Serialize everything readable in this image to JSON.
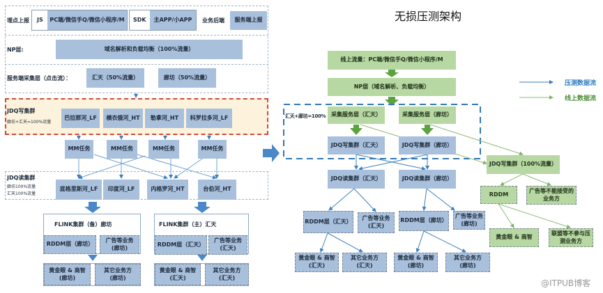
{
  "left": {
    "row1": {
      "label": "埋点上报",
      "js": "JS",
      "js_targets": "PC端/微信手Q/微信小程序/M",
      "sdk": "SDK",
      "sdk_targets": "主APP/小APP",
      "backend_label": "业务后端",
      "backend_box": "服务端上报"
    },
    "np": {
      "label": "NP层:",
      "box": "域名解析和负载均衡（100%流量）"
    },
    "collect": {
      "label": "服务端采集层（点击流）：",
      "boxes": [
        "汇天（50%流量）",
        "廊坊（50%流量）"
      ]
    },
    "jdq_write": {
      "label": "JDQ写集群",
      "sub": "廊坊+汇天=100%流量",
      "boxes": [
        "巴拉那河_LF",
        "横衣俄河_HT",
        "勒拿河_HT",
        "科罗拉多河_LF"
      ]
    },
    "mm": [
      "MM任务",
      "MM任务",
      "MM任务",
      "MM任务"
    ],
    "jdq_read": {
      "label": "JDQ读集群",
      "sub1": "廊坊100%流量",
      "sub2": "汇天100%流量",
      "boxes": [
        "底格里斯河_LF",
        "印度河_LF",
        "内格罗河_HT",
        "台伯河_HT"
      ]
    },
    "flink_backup": {
      "title": "FLINK集群（备）廊坊",
      "rddm": "RDDM层（廊坊）",
      "ads": "广告等业务\n(廊坊)",
      "golden": "黄金眼 & 商智\n(廊坊)",
      "other": "其它业务方\n(廊坊)"
    },
    "flink_main": {
      "title": "FLINK集群（主）汇天",
      "rddm": "RDDM层（汇天）",
      "ads": "广告等业务\n(汇天)",
      "golden": "黄金眼 & 商智\n(汇天)",
      "other": "其它业务方\n(汇天)"
    }
  },
  "right": {
    "title": "无损压测架构",
    "online": "线上流量：PC端/微信手Q/微信小程序/M",
    "np": "NP层（域名解析、负载均衡）",
    "region_label": "汇天+廊坊=100%",
    "collect": [
      "采集服务层（汇天）",
      "采集服务层（廊坊）"
    ],
    "jdq_write": [
      "JDQ写集群（汇天）",
      "JDQ写集群（廊坊）"
    ],
    "jdq_read": [
      "JDQ读集群（汇天）",
      "JDQ读集群（廊坊）"
    ],
    "rddm": [
      "RDDM层（汇天）",
      "广告等业务\n(汇天)",
      "RDDM层（廊坊）",
      "广告等业务\n(廊坊)"
    ],
    "bottom": [
      "黄金眼 & 商智\n(汇天)",
      "其它业务方\n(汇天)",
      "黄金眼 & 商智\n(廊坊)",
      "其它业务方\n(廊坊)"
    ],
    "online_jdq": "JDQ写集群（100%流量）",
    "online_rddm": "RDDM",
    "online_ads": "广告等不能接受的\n业务方",
    "online_golden": "黄金眼 & 商智",
    "online_alliance": "联盟等不参与压\n测业务方",
    "legend": [
      {
        "label": "压测数据流",
        "color": "#2f7fc1"
      },
      {
        "label": "线上数据流",
        "color": "#4f8f3a"
      }
    ]
  },
  "watermark": "@ITPUB博客"
}
